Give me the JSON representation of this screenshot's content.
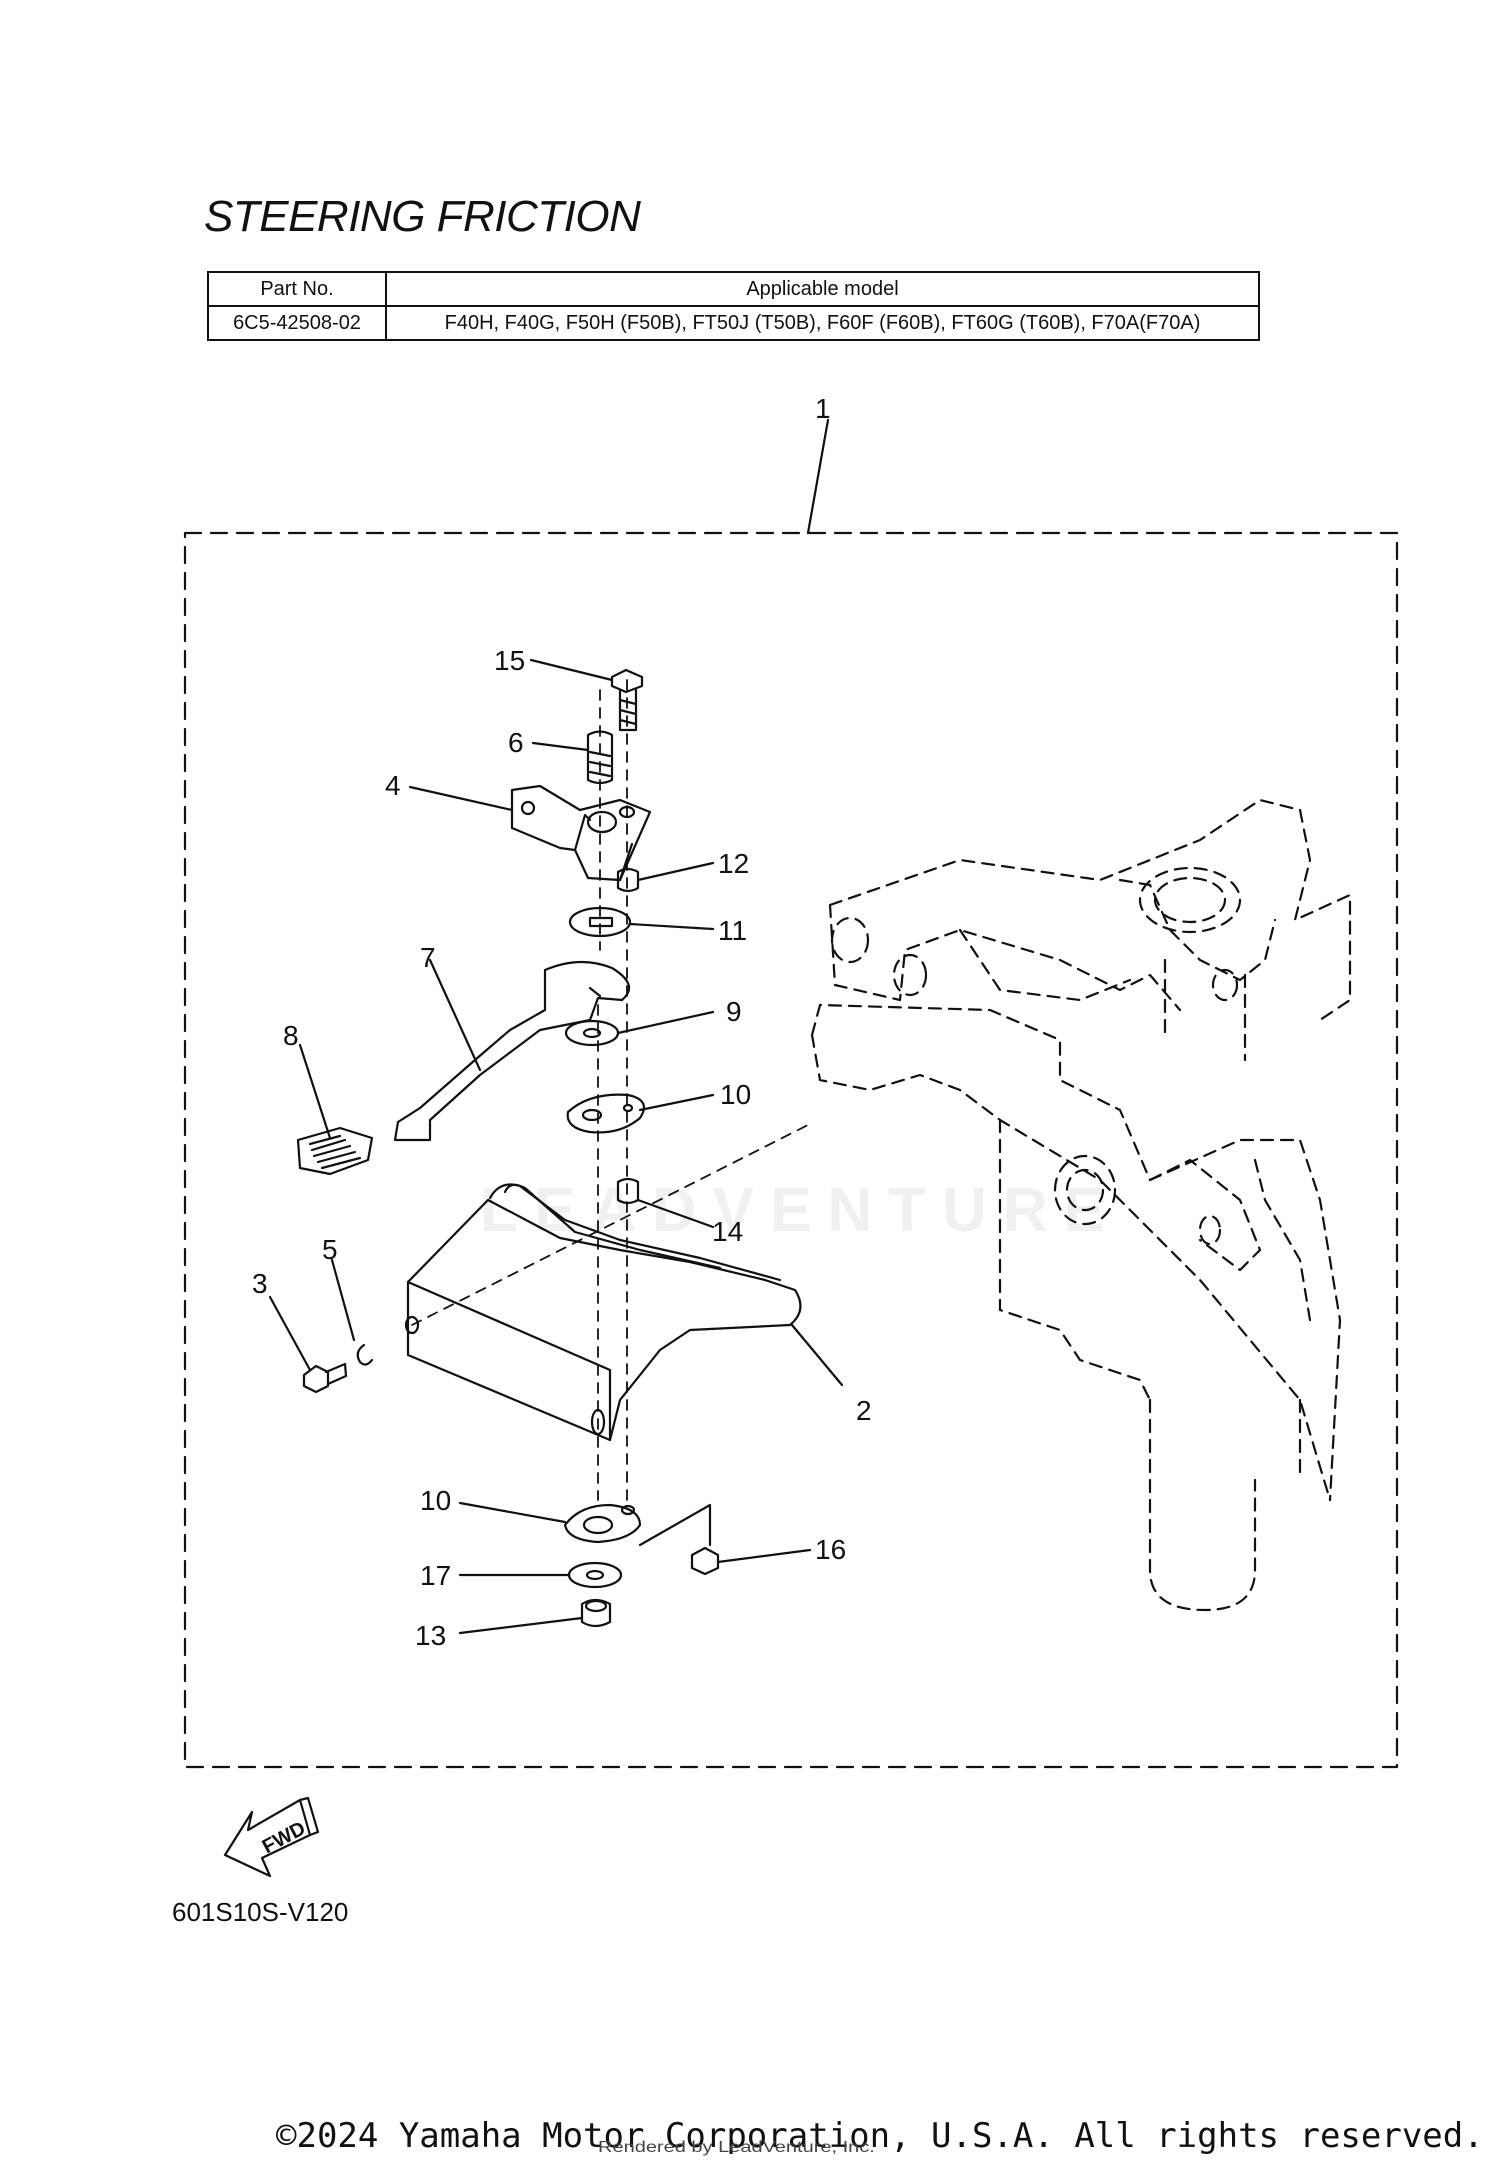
{
  "title": "STEERING FRICTION",
  "applicability_table": {
    "headers": [
      "Part No.",
      "Applicable model"
    ],
    "rows": [
      [
        "6C5-42508-02",
        "F40H, F40G, F50H (F50B), FT50J (T50B), F60F (F60B), FT60G (T60B), F70A(F70A)"
      ]
    ]
  },
  "callouts": [
    "1",
    "15",
    "6",
    "4",
    "12",
    "11",
    "7",
    "9",
    "8",
    "10",
    "10",
    "14",
    "5",
    "3",
    "2",
    "10",
    "16",
    "17",
    "13"
  ],
  "direction_marker": "FWD",
  "diagram_code": "601S10S-V120",
  "copyright": "©2024 Yamaha Motor Corporation, U.S.A. All rights reserved.",
  "watermark": "LEADVENTURE",
  "rendered_by": "Rendered by LeadVenture, Inc."
}
